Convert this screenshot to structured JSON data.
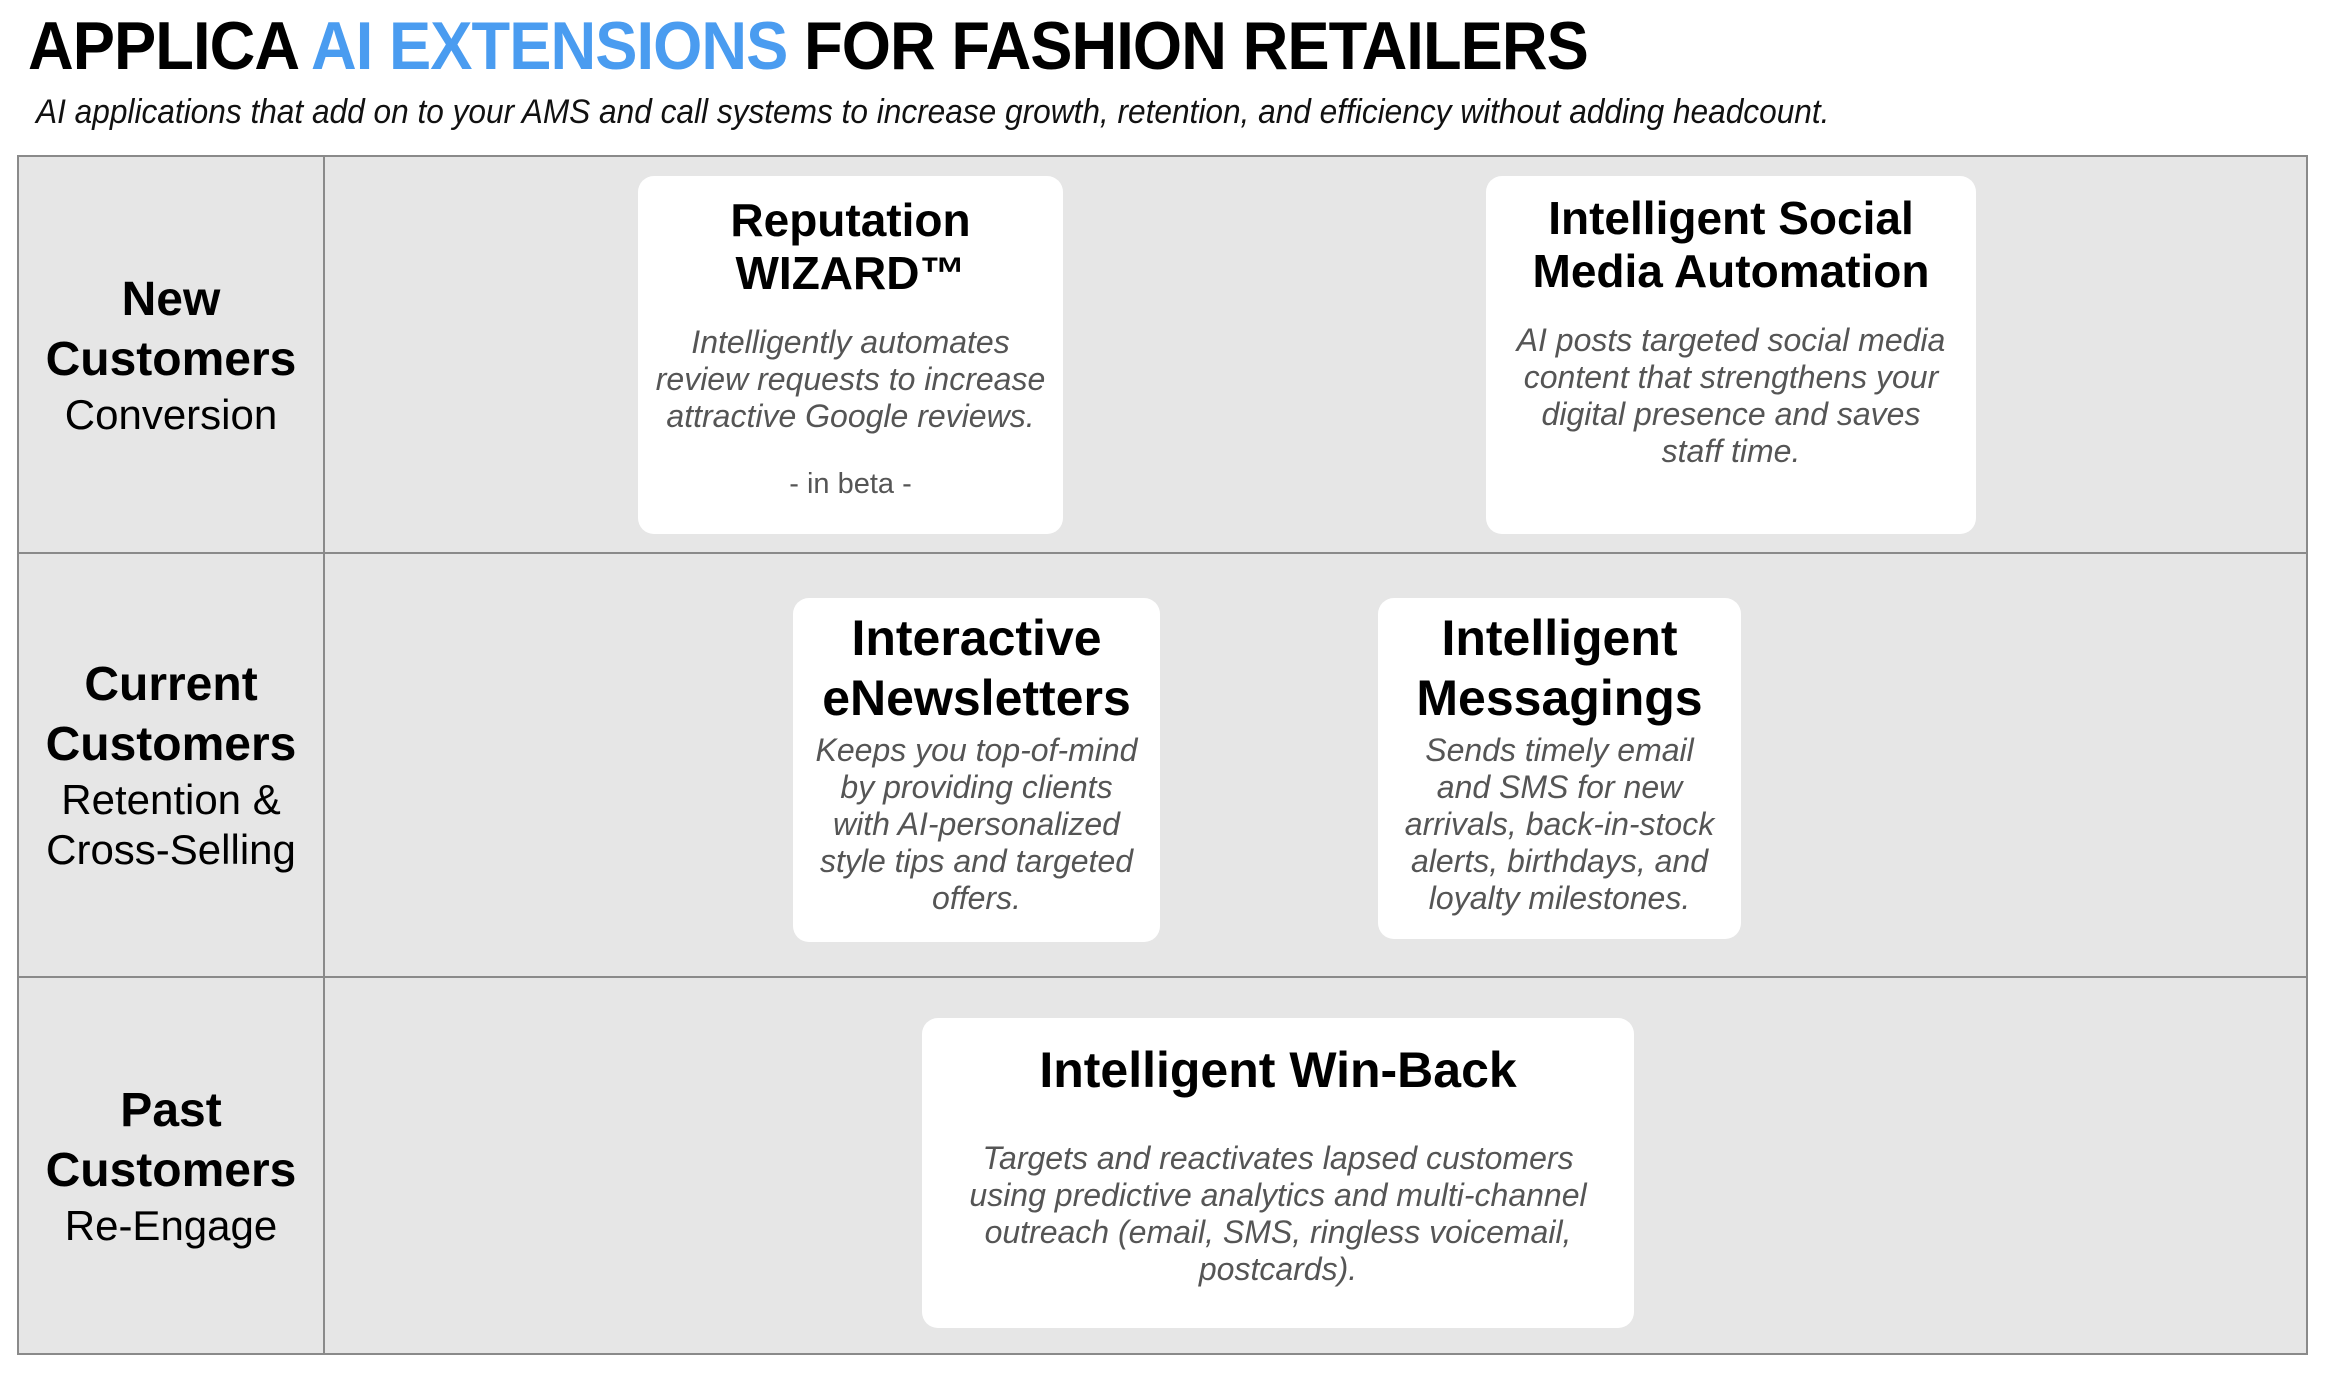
{
  "header": {
    "title_part1": "APPLICA ",
    "title_accent": "AI EXTENSIONS",
    "title_part2": " FOR FASHION RETAILERS",
    "subtitle": "AI applications that add on to your AMS and call systems to increase growth, retention, and efficiency without adding headcount.",
    "accent_color": "#4a9cf0"
  },
  "rows": [
    {
      "label_bold_1": "New",
      "label_bold_2": "Customers",
      "label_sub_1": "Conversion",
      "label_sub_2": "",
      "cards": [
        {
          "title_1": "Reputation",
          "title_2": "WIZARD™",
          "description": "Intelligently automates review requests to increase attractive Google reviews.",
          "note": "- in beta -"
        },
        {
          "title_1": "Intelligent Social",
          "title_2": "Media Automation",
          "description": "AI posts targeted social media content that strengthens your digital presence and saves staff time."
        }
      ]
    },
    {
      "label_bold_1": "Current",
      "label_bold_2": "Customers",
      "label_sub_1": "Retention &",
      "label_sub_2": "Cross-Selling",
      "cards": [
        {
          "title_1": "Interactive",
          "title_2": "eNewsletters",
          "description": "Keeps you top-of-mind by providing clients with AI-personalized style tips and targeted offers."
        },
        {
          "title_1": "Intelligent",
          "title_2": "Messagings",
          "description": "Sends timely email and SMS for new arrivals, back-in-stock alerts, birthdays, and loyalty milestones."
        }
      ]
    },
    {
      "label_bold_1": "Past",
      "label_bold_2": "Customers",
      "label_sub_1": "Re-Engage",
      "label_sub_2": "",
      "cards": [
        {
          "title_1": "Intelligent Win-Back",
          "description": "Targets and reactivates lapsed customers using predictive analytics and multi-channel outreach (email, SMS, ringless voicemail, postcards)."
        }
      ]
    }
  ]
}
